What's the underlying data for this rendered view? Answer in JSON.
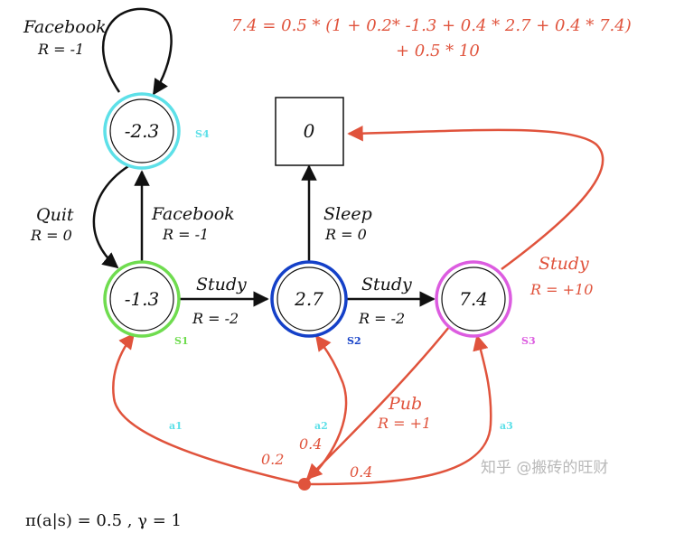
{
  "formula": {
    "line1": "7.4 = 0.5 * (1 + 0.2* -1.3 + 0.4 * 2.7 + 0.4 * 7.4)",
    "line2": "+ 0.5 * 10"
  },
  "states": {
    "s1": {
      "value": "-1.3",
      "tag": "S1",
      "color": "#6fdc4f"
    },
    "s2": {
      "value": "2.7",
      "tag": "S2",
      "color": "#1440c8"
    },
    "s3": {
      "value": "7.4",
      "tag": "S3",
      "color": "#dc5ce0"
    },
    "s4": {
      "value": "-2.3",
      "tag": "S4",
      "color": "#5de0e8"
    },
    "terminal": {
      "value": "0"
    }
  },
  "actions": {
    "facebook_loop": {
      "name": "Facebook",
      "reward": "R = -1"
    },
    "quit": {
      "name": "Quit",
      "reward": "R = 0"
    },
    "facebook": {
      "name": "Facebook",
      "reward": "R = -1"
    },
    "study_12": {
      "name": "Study",
      "reward": "R = -2"
    },
    "study_23": {
      "name": "Study",
      "reward": "R = -2"
    },
    "sleep": {
      "name": "Sleep",
      "reward": "R = 0"
    },
    "study_3t": {
      "name": "Study",
      "reward": "R = +10"
    },
    "pub": {
      "name": "Pub",
      "reward": "R = +1"
    }
  },
  "probabilities": {
    "p1": "0.2",
    "p2": "0.4",
    "p3": "0.4"
  },
  "arrow_tags": {
    "a1": "a1",
    "a2": "a2",
    "a3": "a3"
  },
  "footer": {
    "policy": "π(a|s) = 0.5 ,  γ = 1"
  },
  "watermark": "知乎 @搬砖的旺财",
  "colors": {
    "accent": "#e0533c",
    "ink": "#111111"
  }
}
